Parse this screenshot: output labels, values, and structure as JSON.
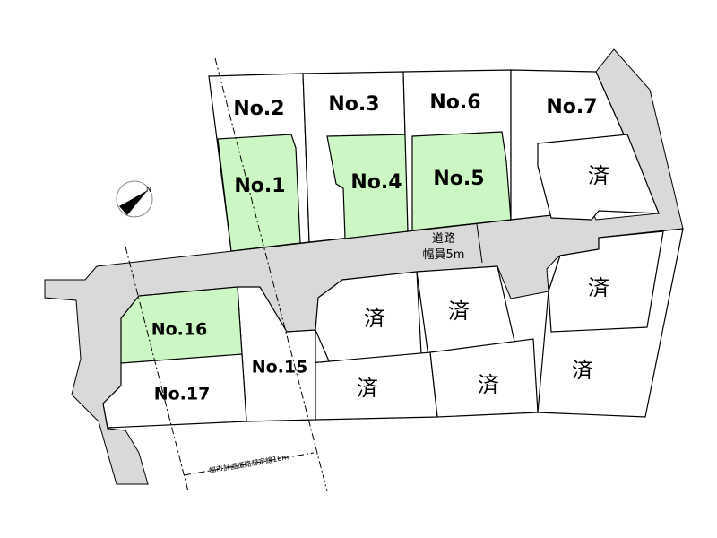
{
  "lots": {
    "no1": "No.1",
    "no2": "No.2",
    "no3": "No.3",
    "no4": "No.4",
    "no5": "No.5",
    "no6": "No.6",
    "no7": "No.7",
    "no15": "No.15",
    "no16": "No.16",
    "no17": "No.17",
    "sold": "済"
  },
  "road": {
    "line1": "道路",
    "line2": "幅員5m"
  },
  "planned_road": "都市計画道路想定線16m",
  "colors": {
    "available": "#ccf7c4",
    "road": "#d9d9d9",
    "sold": "#ffffff"
  }
}
